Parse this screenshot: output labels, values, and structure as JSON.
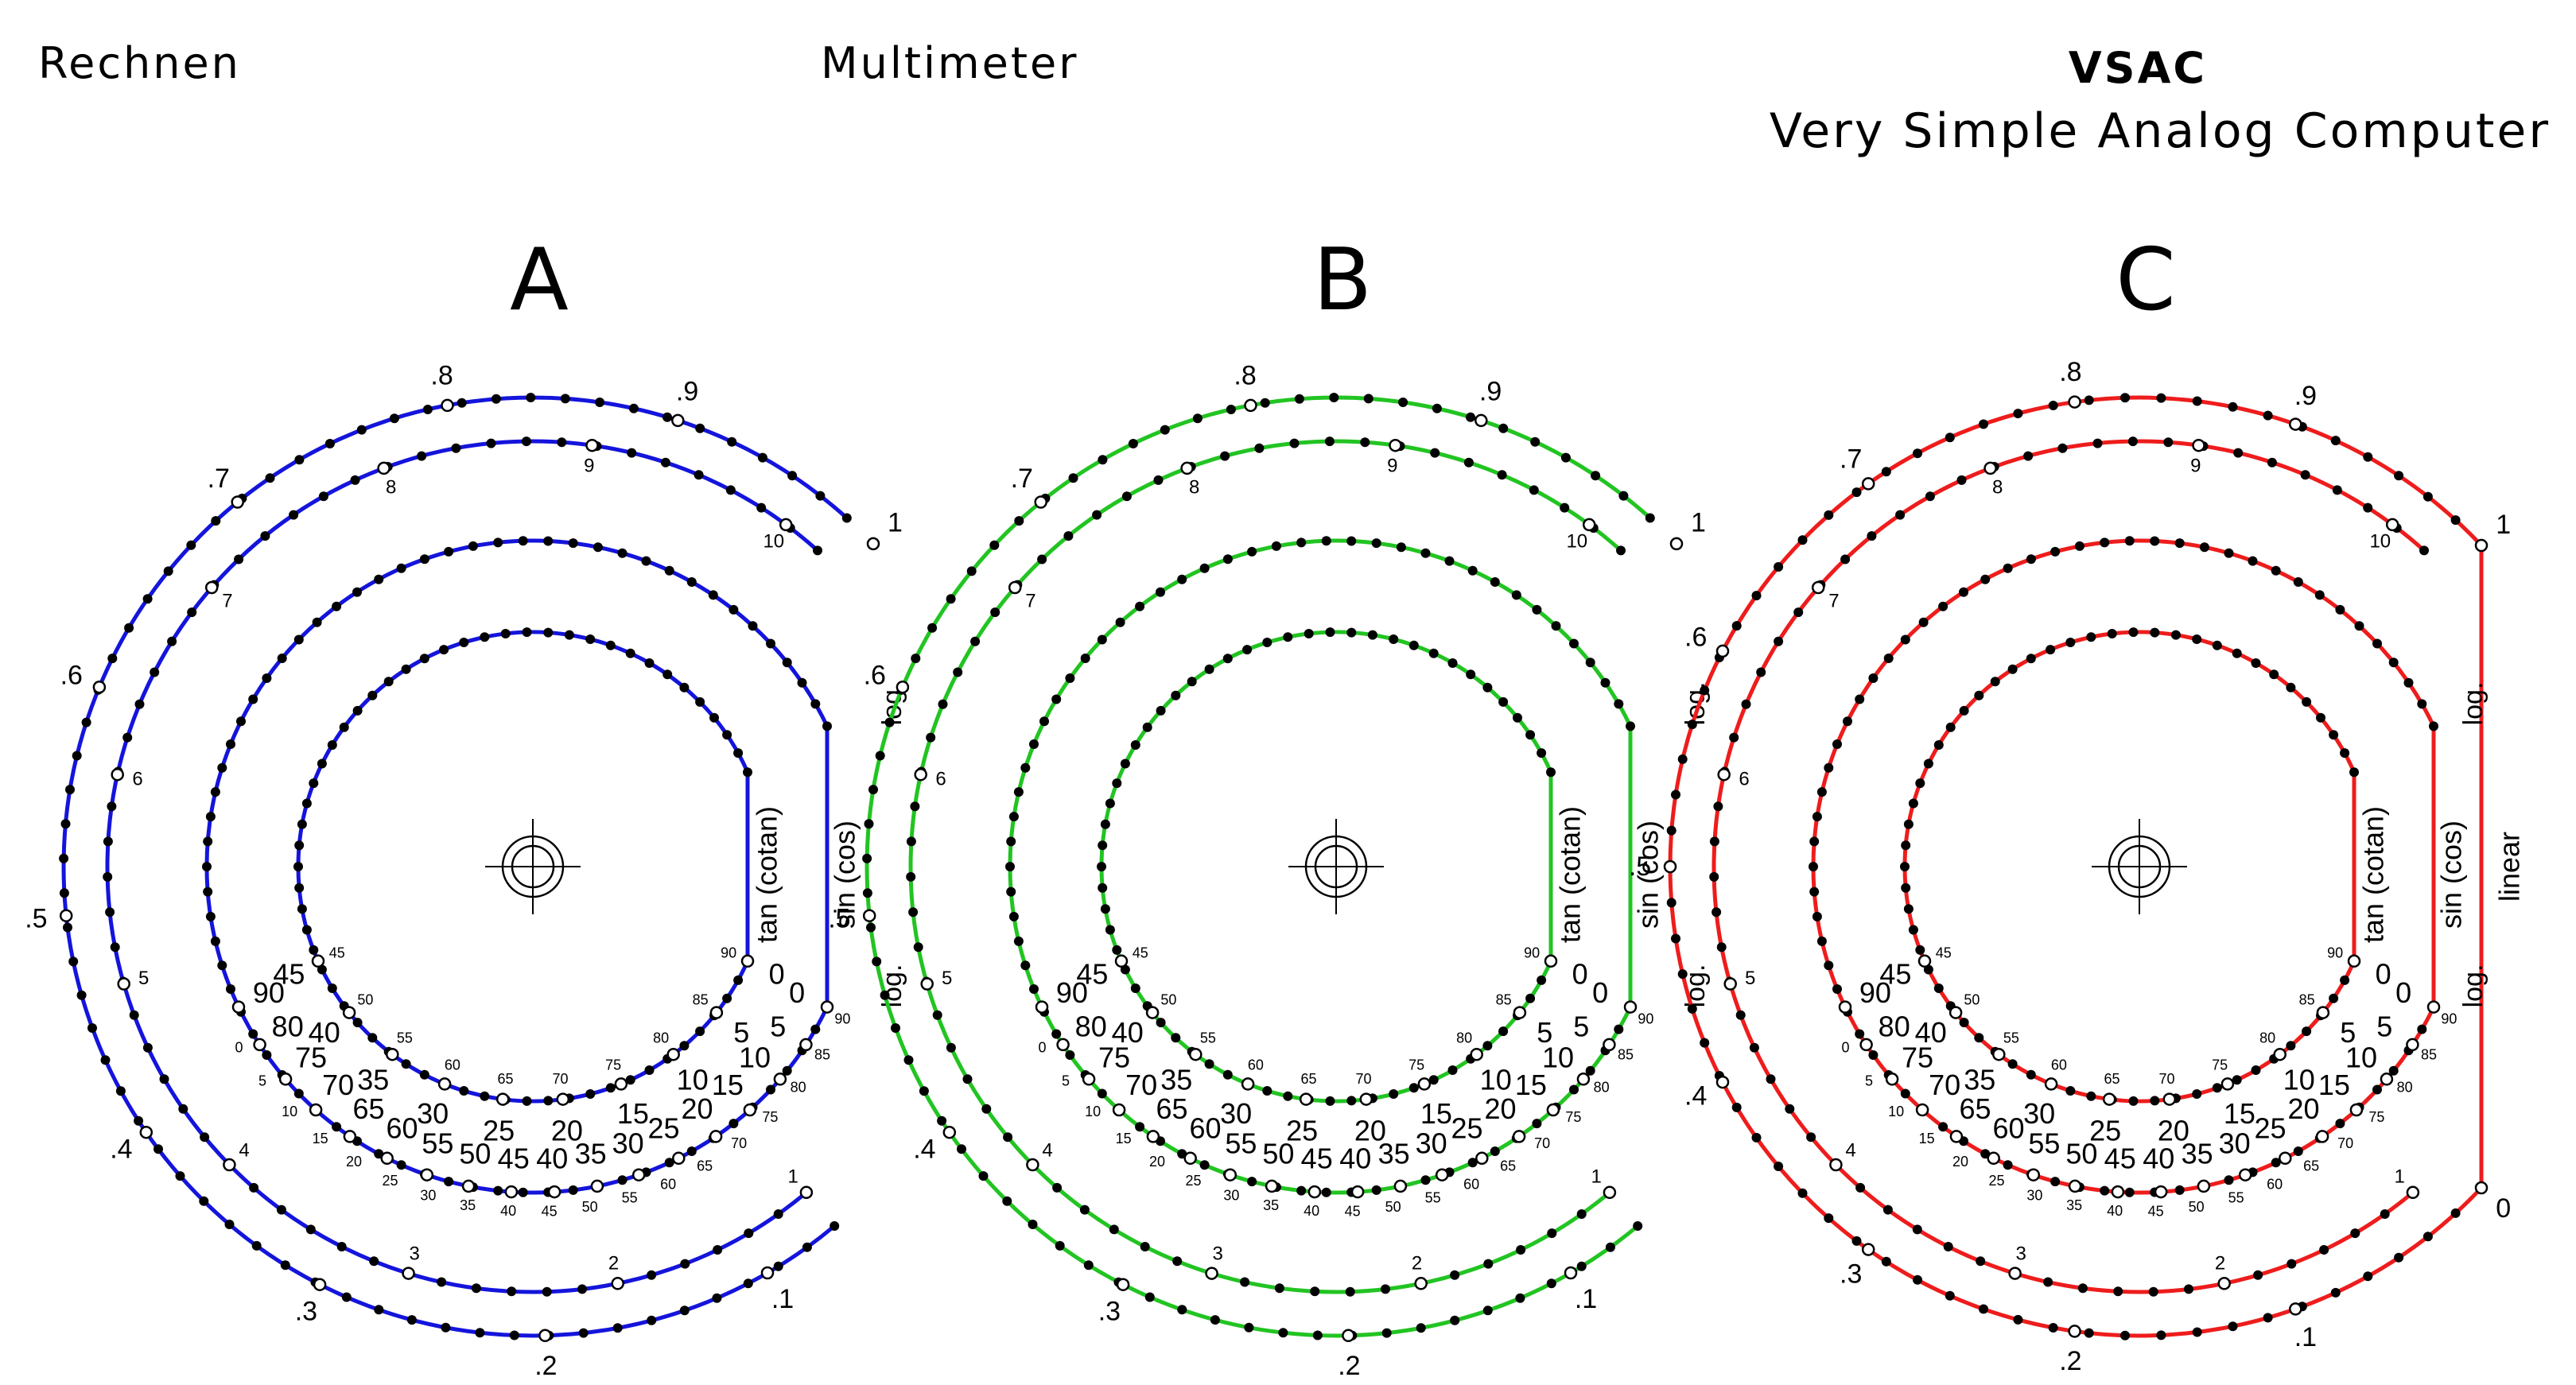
{
  "header": {
    "left": "Rechnen",
    "center": "Multimeter",
    "right_title": "VSAC",
    "right_subtitle": "Very Simple Analog Computer"
  },
  "panels": [
    {
      "letter": "A",
      "color": "#1414dc",
      "outer_type": "log",
      "outer_label_top": "log.",
      "outer_label_bottom": "log."
    },
    {
      "letter": "B",
      "color": "#22c422",
      "outer_type": "log",
      "outer_label_top": "log.",
      "outer_label_bottom": "log."
    },
    {
      "letter": "C",
      "color": "#ee1c1c",
      "outer_type": "linear",
      "outer_label_top": "linear",
      "outer_label_bottom": ""
    }
  ],
  "scales": {
    "outer_log_labels": [
      ".1",
      ".2",
      ".3",
      ".4",
      ".5",
      ".6",
      ".7",
      ".8",
      ".9",
      "1"
    ],
    "outer_linear_labels": [
      "0",
      ".1",
      ".2",
      ".3",
      ".4",
      ".5",
      ".6",
      ".7",
      ".8",
      ".9",
      "1"
    ],
    "log_ring_labels": [
      "1",
      "2",
      "3",
      "4",
      "5",
      "6",
      "7",
      "8",
      "9",
      "10"
    ],
    "log_ring_label_top": "log.",
    "log_ring_label_bottom": "log.",
    "sin_labels_big": [
      "0",
      "5",
      "10",
      "15",
      "20",
      "25",
      "30",
      "35",
      "40",
      "45",
      "50",
      "55",
      "60",
      "65",
      "70",
      "75",
      "80",
      "90"
    ],
    "sin_labels_small": [
      "90",
      "85",
      "80",
      "75",
      "70",
      "65",
      "60",
      "55",
      "50",
      "45",
      "40",
      "35",
      "30",
      "25",
      "20",
      "15",
      "10",
      "5",
      "0"
    ],
    "sin_label": "sin (cos)",
    "tan_labels_big": [
      "0",
      "5",
      "10",
      "15",
      "20",
      "25",
      "30",
      "35",
      "40",
      "45"
    ],
    "tan_labels_small": [
      "90",
      "85",
      "80",
      "75",
      "70",
      "65",
      "60",
      "55",
      "50",
      "45"
    ],
    "tan_label": "tan (cotan)"
  }
}
